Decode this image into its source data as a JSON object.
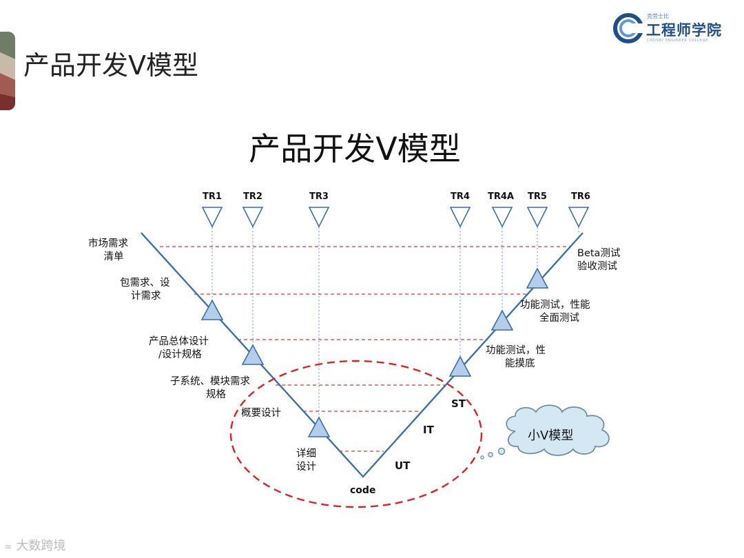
{
  "page": {
    "title": "产品开发V模型",
    "watermark": "大数跨境"
  },
  "logo": {
    "sub": "克劳士比",
    "name": "工程师学院",
    "english": "CROSBY ENGINEER COLLEGE"
  },
  "diagram": {
    "title": "产品开发V模型",
    "tr_labels": [
      "TR1",
      "TR2",
      "TR3",
      "TR4",
      "TR4A",
      "TR5",
      "TR6"
    ],
    "left_stages": [
      {
        "l1": "市场需求",
        "l2": "清单"
      },
      {
        "l1": "包需求、设",
        "l2": "计需求"
      },
      {
        "l1": "产品总体设计",
        "l2": "/设计规格"
      },
      {
        "l1": "子系统、模块需求",
        "l2": "规格"
      },
      {
        "l1": "概要设计",
        "l2": ""
      },
      {
        "l1": "详细",
        "l2": "设计"
      }
    ],
    "right_stages": [
      {
        "l1": "Beta测试",
        "l2": "验收测试"
      },
      {
        "l1": "功能测试，性能",
        "l2": "全面测试"
      },
      {
        "l1": "功能测试，性",
        "l2": "能摸底"
      }
    ],
    "test_levels": [
      "ST",
      "IT",
      "UT"
    ],
    "bottom": "code",
    "cloud_label": "小V模型",
    "colors": {
      "v_line": "#3a6fa8",
      "dashed": "#e63030",
      "ellipse": "#e02020",
      "triangle_fill": "#b4cde8"
    }
  }
}
